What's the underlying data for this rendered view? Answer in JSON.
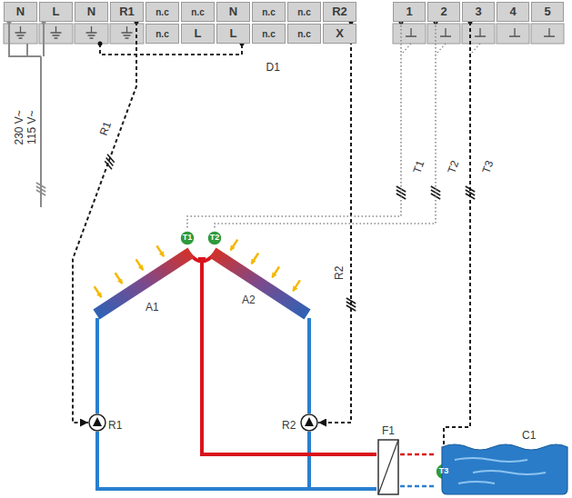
{
  "diagram": {
    "nodes": [
      {
        "text": [
          "N"
        ]
      },
      {
        "text": [
          "L"
        ]
      },
      {
        "text": [
          "N"
        ]
      },
      {
        "text": [
          "R1"
        ]
      },
      {
        "text": [
          "n.c"
        ]
      },
      {
        "text": [
          "n.c"
        ]
      },
      {
        "text": [
          "N"
        ]
      },
      {
        "text": [
          "n.c"
        ]
      },
      {
        "text": [
          "n.c"
        ]
      },
      {
        "text": [
          "R2"
        ]
      },
      {
        "text": [
          "n.c"
        ]
      },
      {
        "text": [
          "L"
        ]
      },
      {
        "text": [
          "L"
        ]
      },
      {
        "text": [
          "n.c"
        ]
      },
      {
        "text": [
          "n.c"
        ]
      },
      {
        "text": [
          "X"
        ]
      },
      {
        "text": [
          "1"
        ]
      },
      {
        "text": [
          "2"
        ]
      },
      {
        "text": [
          "3"
        ]
      },
      {
        "text": [
          "4"
        ]
      },
      {
        "text": [
          "5"
        ]
      },
      {
        "text": [
          "T1"
        ]
      },
      {
        "text": [
          "T2"
        ]
      },
      {
        "text": [
          "T3"
        ]
      },
      {
        "text": [
          "A1"
        ]
      },
      {
        "text": [
          "A2"
        ]
      },
      {
        "text": [
          "R1"
        ]
      },
      {
        "text": [
          "R2"
        ]
      },
      {
        "text": [
          "F1"
        ]
      },
      {
        "text": [
          "C1"
        ]
      }
    ],
    "edges": [
      {
        "from": 3,
        "to": 26,
        "arrow": "to"
      },
      {
        "from": 9,
        "to": 27,
        "arrow": "to"
      },
      {
        "from": 16,
        "to": 21,
        "arrow": "none"
      },
      {
        "from": 17,
        "to": 22,
        "arrow": "none"
      },
      {
        "from": 18,
        "to": 23,
        "arrow": "none"
      },
      {
        "from": 24,
        "to": 26,
        "arrow": "none"
      },
      {
        "from": 26,
        "to": 28,
        "arrow": "none"
      },
      {
        "from": 25,
        "to": 27,
        "arrow": "none"
      },
      {
        "from": 27,
        "to": 28,
        "arrow": "none"
      },
      {
        "from": 24,
        "to": 28,
        "arrow": "none"
      },
      {
        "from": 25,
        "to": 28,
        "arrow": "none"
      },
      {
        "from": 28,
        "to": 29,
        "arrow": "none"
      },
      {
        "from": 28,
        "to": 29,
        "arrow": "none"
      }
    ],
    "labels": [
      "230 V~",
      "115 V~",
      "R1",
      "D1",
      "R2",
      "T1",
      "T2",
      "T3"
    ]
  }
}
